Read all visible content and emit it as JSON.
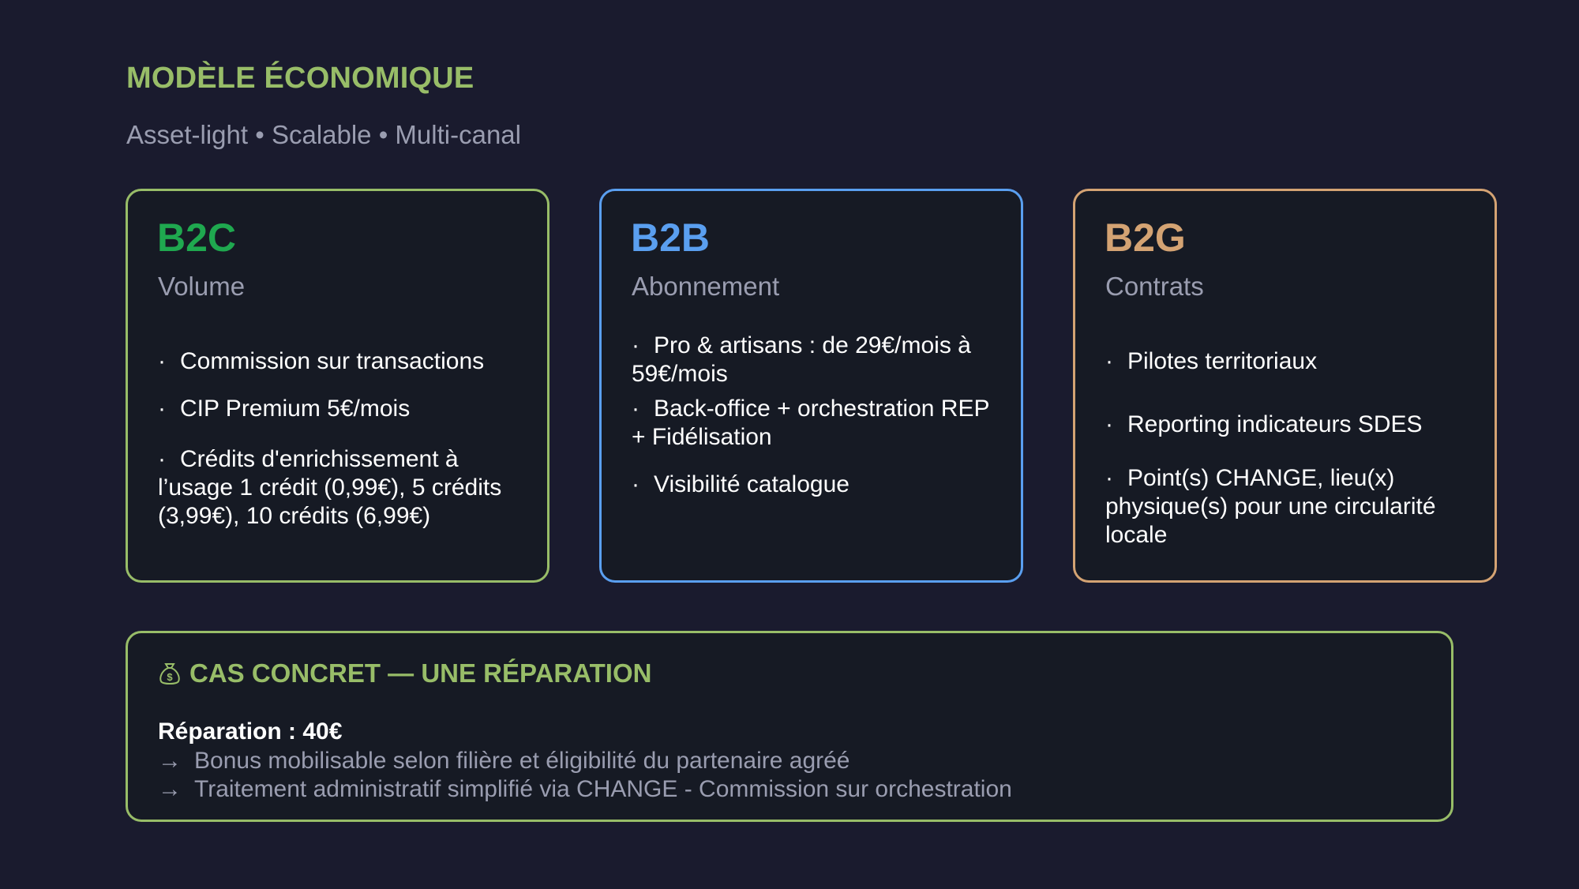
{
  "header": {
    "title": "MODÈLE ÉCONOMIQUE",
    "subtitle": "Asset-light • Scalable • Multi-canal"
  },
  "colors": {
    "background": "#1a1b2e",
    "accent_green": "#98bd68",
    "b2c": "#1fa84f",
    "b2b": "#5a9ff0",
    "b2g": "#d4a373",
    "muted_text": "#9a9db0"
  },
  "cards": [
    {
      "title": "B2C",
      "subtitle": "Volume",
      "items": [
        "Commission sur transactions",
        "CIP Premium 5€/mois",
        "Crédits d'enrichissement à l’usage 1 crédit (0,99€), 5 crédits (3,99€), 10 crédits (6,99€)"
      ]
    },
    {
      "title": "B2B",
      "subtitle": "Abonnement",
      "items": [
        "Pro & artisans : de 29€/mois à 59€/mois",
        "Back-office + orchestration REP + Fidélisation",
        "Visibilité catalogue"
      ]
    },
    {
      "title": "B2G",
      "subtitle": "Contrats",
      "items": [
        "Pilotes territoriaux",
        "Reporting indicateurs SDES",
        "Point(s) CHANGE, lieu(x) physique(s) pour une  circularité locale"
      ]
    }
  ],
  "bullet_symbol": "·",
  "example": {
    "icon": "money-bag-icon",
    "title": "CAS CONCRET — UNE RÉPARATION",
    "headline": "Réparation : 40€",
    "arrow_symbol": "→",
    "lines": [
      "Bonus mobilisable selon filière et éligibilité du partenaire agréé",
      "Traitement administratif simplifié via CHANGE - Commission sur orchestration"
    ]
  }
}
